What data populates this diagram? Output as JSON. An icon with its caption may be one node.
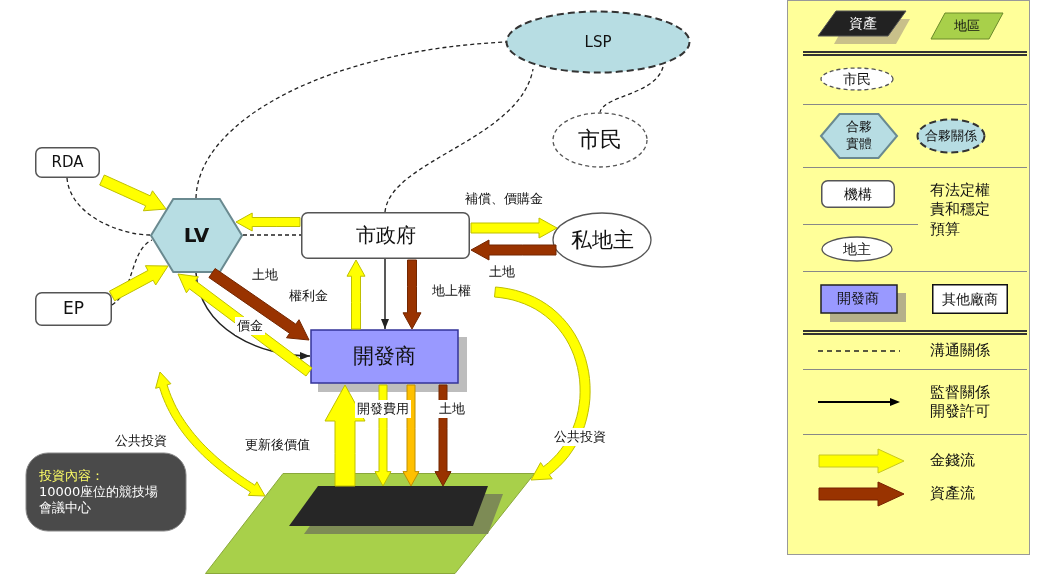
{
  "diagram": {
    "nodes": [
      {
        "text": [
          "LSP"
        ]
      },
      {
        "text": [
          "市民"
        ]
      },
      {
        "text": [
          "RDA"
        ]
      },
      {
        "text": [
          "LV"
        ]
      },
      {
        "text": [
          "市政府"
        ]
      },
      {
        "text": [
          "私地主"
        ]
      },
      {
        "text": [
          "EP"
        ]
      },
      {
        "text": [
          "開發商"
        ]
      },
      {
        "text": [],
        "shape": "parallelogram"
      },
      {
        "text": [],
        "shape": "parallelogram",
        "in": 8
      },
      {
        "text": [
          "投資內容：",
          "10000座位的競技場會議中心"
        ]
      }
    ],
    "edges": [
      {
        "from": 3,
        "to": 0,
        "arrow": "none",
        "style": "dashed",
        "color": "#222222"
      },
      {
        "from": 4,
        "to": 0,
        "arrow": "none",
        "style": "dashed",
        "color": "#222222"
      },
      {
        "from": 0,
        "to": 1,
        "arrow": "none",
        "style": "dashed",
        "color": "#222222"
      },
      {
        "from": 2,
        "to": 3,
        "arrow": "none",
        "style": "dashed",
        "color": "#222222"
      },
      {
        "from": 6,
        "to": 3,
        "arrow": "none",
        "style": "dashed",
        "color": "#222222"
      },
      {
        "from": 3,
        "to": 4,
        "arrow": "none",
        "style": "dashed",
        "color": "#222222"
      },
      {
        "from": 4,
        "to": 7,
        "arrow": "to",
        "color": "#222222"
      },
      {
        "from": 3,
        "to": 7,
        "arrow": "to",
        "color": "#222222"
      },
      {
        "from": 2,
        "to": 3,
        "arrow": "to",
        "style": "thick",
        "color": "#ffff00"
      },
      {
        "from": 6,
        "to": 3,
        "arrow": "to",
        "style": "thick",
        "color": "#ffff00"
      },
      {
        "from": 4,
        "to": 3,
        "arrow": "to",
        "style": "thick",
        "color": "#ffff00"
      },
      {
        "from": 4,
        "to": 5,
        "arrow": "to",
        "style": "thick",
        "color": "#ffff00",
        "label": "補償、價購金"
      },
      {
        "from": 5,
        "to": 4,
        "arrow": "to",
        "style": "thick",
        "color": "#993300",
        "label": "土地"
      },
      {
        "from": 7,
        "to": 4,
        "arrow": "to",
        "style": "thick",
        "color": "#ffff00",
        "label": "權利金"
      },
      {
        "from": 4,
        "to": 7,
        "arrow": "to",
        "style": "thick",
        "color": "#993300",
        "label": "地上權"
      },
      {
        "from": 3,
        "to": 7,
        "arrow": "to",
        "style": "thick",
        "color": "#993300",
        "label": "土地"
      },
      {
        "from": 7,
        "to": 3,
        "arrow": "to",
        "style": "thick",
        "color": "#ffff00",
        "label": "價金"
      },
      {
        "from": 9,
        "to": 7,
        "arrow": "to",
        "style": "thick",
        "color": "#ffff00",
        "label": "更新後價值"
      },
      {
        "from": 7,
        "to": 9,
        "arrow": "to",
        "style": "thick",
        "color": "#ffff00",
        "label": "開發費用"
      },
      {
        "from": 7,
        "to": 9,
        "arrow": "to",
        "style": "thick",
        "color": "#ffc000"
      },
      {
        "from": 7,
        "to": 9,
        "arrow": "to",
        "style": "thick",
        "color": "#993300",
        "label": "土地"
      },
      {
        "from": null,
        "to": 8,
        "arrow": "both",
        "style": "thick",
        "color": "#ffff00",
        "label": "公共投資"
      },
      {
        "from": null,
        "to": 8,
        "arrow": "to",
        "style": "thick",
        "color": "#ffff00",
        "label": "公共投資"
      }
    ],
    "legend": [
      {
        "text": "資產"
      },
      {
        "text": "地區"
      },
      {
        "text": "市民"
      },
      {
        "text": "合夥實體"
      },
      {
        "text": "合夥關係"
      },
      {
        "text": "機構"
      },
      {
        "text": "有法定權責和穩定預算"
      },
      {
        "text": "地主"
      },
      {
        "text": "開發商"
      },
      {
        "text": "其他廠商"
      },
      {
        "text": "溝通關係"
      },
      {
        "text": "監督關係開發許可"
      },
      {
        "text": "金錢流"
      },
      {
        "text": "資產流"
      }
    ]
  }
}
